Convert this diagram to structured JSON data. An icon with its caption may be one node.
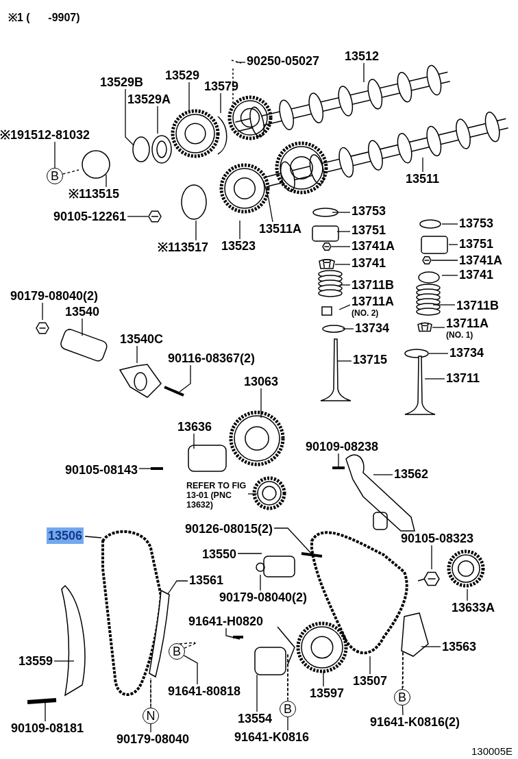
{
  "diagram": {
    "nodes": [
      {
        "text": [
          "13529B"
        ]
      },
      {
        "text": [
          "13529A"
        ]
      },
      {
        "text": [
          "13529"
        ]
      },
      {
        "text": [
          "13579"
        ]
      },
      {
        "text": [
          "90250-05027"
        ]
      },
      {
        "text": [
          "13512"
        ]
      },
      {
        "text": [
          "※191512-81032"
        ]
      },
      {
        "text": [
          "B"
        ]
      },
      {
        "text": [
          "※113515"
        ]
      },
      {
        "text": [
          "90105-12261"
        ]
      },
      {
        "text": [
          "※113517"
        ]
      },
      {
        "text": [
          "13523"
        ]
      },
      {
        "text": [
          "13511A"
        ]
      },
      {
        "text": [
          "13511"
        ]
      },
      {
        "text": [
          "13753"
        ]
      },
      {
        "text": [
          "13751"
        ]
      },
      {
        "text": [
          "13741A"
        ]
      },
      {
        "text": [
          "13741"
        ]
      },
      {
        "text": [
          "13711B"
        ]
      },
      {
        "text": [
          "13711A",
          "(NO. 2)"
        ]
      },
      {
        "text": [
          "13734"
        ]
      },
      {
        "text": [
          "13715"
        ]
      },
      {
        "text": [
          "13753"
        ]
      },
      {
        "text": [
          "13751"
        ]
      },
      {
        "text": [
          "13741A"
        ]
      },
      {
        "text": [
          "13741"
        ]
      },
      {
        "text": [
          "13711B"
        ]
      },
      {
        "text": [
          "13711A",
          "(NO. 1)"
        ]
      },
      {
        "text": [
          "13734"
        ]
      },
      {
        "text": [
          "13711"
        ]
      },
      {
        "text": [
          "90179-08040(2)"
        ]
      },
      {
        "text": [
          "13540"
        ]
      },
      {
        "text": [
          "13540C"
        ]
      },
      {
        "text": [
          "90116-08367(2)"
        ]
      },
      {
        "text": [
          "13063"
        ]
      },
      {
        "text": [
          "13636"
        ]
      },
      {
        "text": [
          "90105-08143"
        ]
      },
      {
        "text": [
          "REFER TO FIG 13-01 (PNC 13632)"
        ]
      },
      {
        "text": [
          "90109-08238"
        ]
      },
      {
        "text": [
          "13562"
        ]
      },
      {
        "text": [
          "13506"
        ]
      },
      {
        "text": [
          "90126-08015(2)"
        ]
      },
      {
        "text": [
          "13550"
        ]
      },
      {
        "text": [
          "90179-08040(2)"
        ]
      },
      {
        "text": [
          "13561"
        ]
      },
      {
        "text": [
          "90105-08323"
        ]
      },
      {
        "text": [
          "13633A"
        ]
      },
      {
        "text": [
          "91641-H0820"
        ]
      },
      {
        "text": [
          "B"
        ]
      },
      {
        "text": [
          "91641-80818"
        ]
      },
      {
        "text": [
          "13559"
        ]
      },
      {
        "text": [
          "90109-08181"
        ]
      },
      {
        "text": [
          "N"
        ]
      },
      {
        "text": [
          "90179-08040"
        ]
      },
      {
        "text": [
          "13554"
        ]
      },
      {
        "text": [
          "B"
        ]
      },
      {
        "text": [
          "91641-K0816"
        ]
      },
      {
        "text": [
          "13597"
        ]
      },
      {
        "text": [
          "13507"
        ]
      },
      {
        "text": [
          "13563"
        ]
      },
      {
        "text": [
          "B"
        ]
      },
      {
        "text": [
          "91641-K0816(2)"
        ]
      },
      {
        "text": [],
        "shape": "picture"
      },
      {
        "text": [],
        "shape": "picture"
      },
      {
        "text": [],
        "shape": "picture"
      },
      {
        "text": [],
        "shape": "picture"
      },
      {
        "text": [],
        "shape": "picture"
      }
    ],
    "edges": [
      {
        "from": 0,
        "to": null,
        "arrow": "none"
      },
      {
        "from": 1,
        "to": null,
        "arrow": "none"
      },
      {
        "from": 2,
        "to": null,
        "arrow": "none"
      },
      {
        "from": 3,
        "to": null,
        "arrow": "none"
      },
      {
        "from": 4,
        "to": null,
        "arrow": "none"
      },
      {
        "from": 5,
        "to": null,
        "arrow": "none"
      },
      {
        "from": 6,
        "to": 7,
        "arrow": "none"
      },
      {
        "from": 7,
        "to": null,
        "arrow": "none",
        "style": "dashed"
      },
      {
        "from": 8,
        "to": null,
        "arrow": "none"
      },
      {
        "from": 9,
        "to": 62,
        "arrow": "none"
      },
      {
        "from": 10,
        "to": null,
        "arrow": "none"
      },
      {
        "from": 11,
        "to": null,
        "arrow": "none"
      },
      {
        "from": 12,
        "to": null,
        "arrow": "none"
      },
      {
        "from": 13,
        "to": null,
        "arrow": "none"
      },
      {
        "from": 14,
        "to": null,
        "arrow": "none"
      },
      {
        "from": 15,
        "to": null,
        "arrow": "none"
      },
      {
        "from": 16,
        "to": 63,
        "arrow": "none"
      },
      {
        "from": 17,
        "to": 64,
        "arrow": "none"
      },
      {
        "from": 18,
        "to": null,
        "arrow": "none"
      },
      {
        "from": 19,
        "to": null,
        "arrow": "none"
      },
      {
        "from": 20,
        "to": null,
        "arrow": "none"
      },
      {
        "from": 21,
        "to": null,
        "arrow": "none"
      },
      {
        "from": 22,
        "to": null,
        "arrow": "none"
      },
      {
        "from": 23,
        "to": null,
        "arrow": "none"
      },
      {
        "from": 24,
        "to": 65,
        "arrow": "none"
      },
      {
        "from": 25,
        "to": null,
        "arrow": "none"
      },
      {
        "from": 26,
        "to": null,
        "arrow": "none"
      },
      {
        "from": 27,
        "to": 66,
        "arrow": "none"
      },
      {
        "from": 28,
        "to": null,
        "arrow": "none"
      },
      {
        "from": 29,
        "to": null,
        "arrow": "none"
      },
      {
        "from": 30,
        "to": null,
        "arrow": "none"
      },
      {
        "from": 31,
        "to": null,
        "arrow": "none"
      },
      {
        "from": 32,
        "to": null,
        "arrow": "none"
      },
      {
        "from": 33,
        "to": null,
        "arrow": "none"
      },
      {
        "from": 34,
        "to": null,
        "arrow": "none"
      },
      {
        "from": 35,
        "to": null,
        "arrow": "none"
      },
      {
        "from": 36,
        "to": null,
        "arrow": "none"
      },
      {
        "from": 37,
        "to": null,
        "arrow": "none"
      },
      {
        "from": 38,
        "to": null,
        "arrow": "none"
      },
      {
        "from": 39,
        "to": null,
        "arrow": "none"
      },
      {
        "from": 40,
        "to": null,
        "arrow": "none"
      },
      {
        "from": 41,
        "to": null,
        "arrow": "none"
      },
      {
        "from": 42,
        "to": null,
        "arrow": "none"
      },
      {
        "from": 43,
        "to": null,
        "arrow": "none"
      },
      {
        "from": 44,
        "to": null,
        "arrow": "none"
      },
      {
        "from": 45,
        "to": null,
        "arrow": "none"
      },
      {
        "from": 46,
        "to": null,
        "arrow": "none"
      },
      {
        "from": 47,
        "to": null,
        "arrow": "none"
      },
      {
        "from": 48,
        "to": null,
        "arrow": "none",
        "style": "dashed"
      },
      {
        "from": 49,
        "to": 48,
        "arrow": "none"
      },
      {
        "from": 50,
        "to": null,
        "arrow": "none"
      },
      {
        "from": 51,
        "to": null,
        "arrow": "none"
      },
      {
        "from": 52,
        "to": null,
        "arrow": "none",
        "style": "dashed"
      },
      {
        "from": 53,
        "to": 52,
        "arrow": "none"
      },
      {
        "from": 54,
        "to": null,
        "arrow": "none"
      },
      {
        "from": 55,
        "to": null,
        "arrow": "none",
        "style": "dashed"
      },
      {
        "from": 56,
        "to": 55,
        "arrow": "none"
      },
      {
        "from": 57,
        "to": null,
        "arrow": "none"
      },
      {
        "from": 58,
        "to": null,
        "arrow": "none"
      },
      {
        "from": 59,
        "to": null,
        "arrow": "none"
      },
      {
        "from": 60,
        "to": null,
        "arrow": "none",
        "style": "dashed"
      },
      {
        "from": 61,
        "to": 60,
        "arrow": "none"
      }
    ],
    "labels": [
      "※1 (      -9907)",
      "130005E"
    ]
  }
}
